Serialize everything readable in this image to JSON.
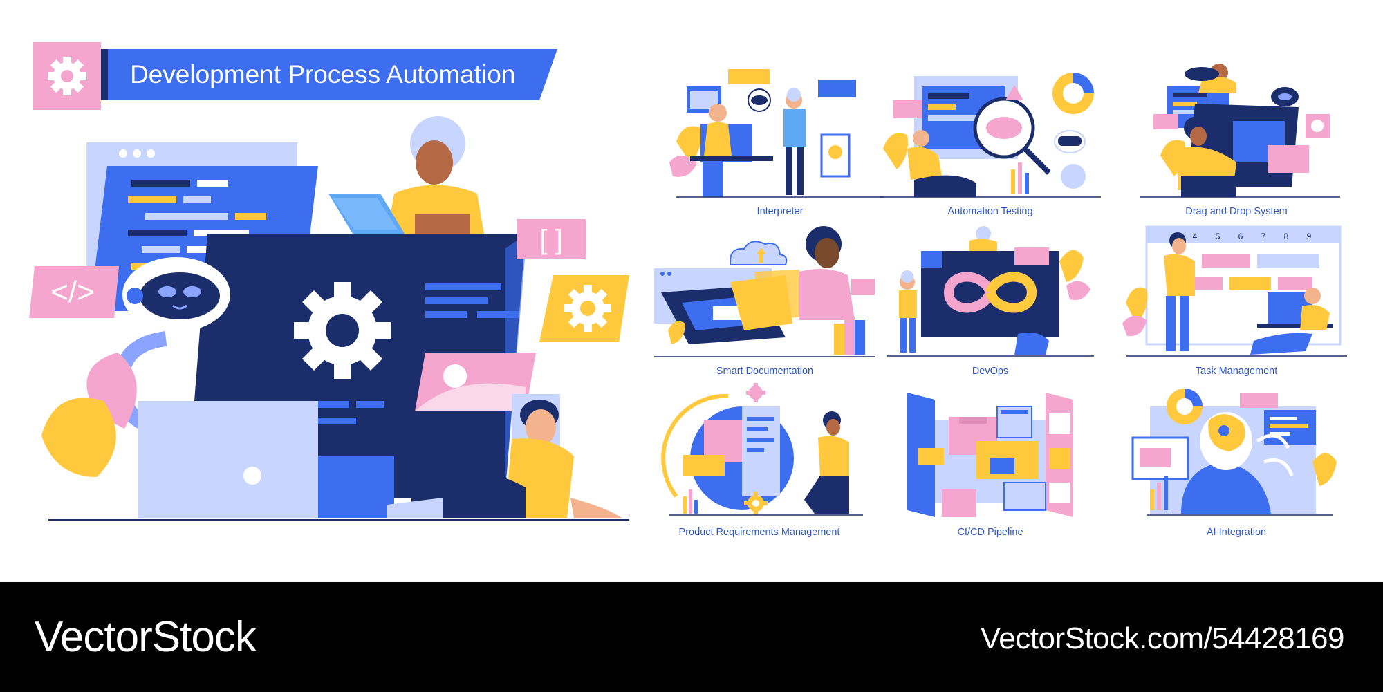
{
  "header": {
    "title": "Development Process Automation"
  },
  "hero": {
    "code_bracket": "</>",
    "brackets": "[ ]"
  },
  "tiles": [
    {
      "label": "Interpreter"
    },
    {
      "label": "Automation Testing"
    },
    {
      "label": "Drag and Drop System"
    },
    {
      "label": "Smart Documentation"
    },
    {
      "label": "DevOps"
    },
    {
      "label": "Task Management"
    },
    {
      "label": "Product Requirements Management"
    },
    {
      "label": "CI/CD Pipeline"
    },
    {
      "label": "AI Integration"
    }
  ],
  "task_board": {
    "days": [
      "4",
      "5",
      "6",
      "7",
      "8",
      "9"
    ]
  },
  "footer": {
    "brand": "VectorStock",
    "url": "VectorStock.com/54428169"
  },
  "colors": {
    "navy": "#1b2d6b",
    "royal_blue": "#3d6ef0",
    "light_blue": "#c8d6ff",
    "yellow": "#ffc83d",
    "pink": "#f4a6cf",
    "caption_blue": "#2f56c9"
  }
}
